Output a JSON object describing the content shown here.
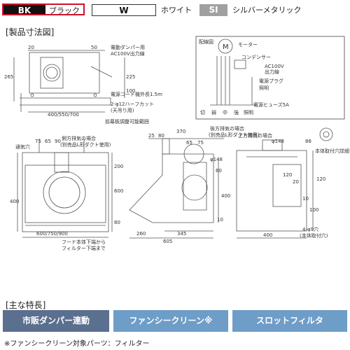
{
  "colors": [
    {
      "code": "BK",
      "name": "ブラック"
    },
    {
      "code": "W",
      "name": "ホワイト"
    },
    {
      "code": "SI",
      "name": "シルバーメタリック"
    }
  ],
  "dimension_title": "[製品寸法図]",
  "features_title": "[主な特長]",
  "features": [
    "市販ダンパー連動",
    "ファンシークリーン※",
    "スロットフィルタ"
  ],
  "note": "※ファンシークリーン対象パーツ：フィルター",
  "drawing": {
    "top": {
      "dims": [
        "20",
        "50",
        "265",
        "225",
        "100"
      ],
      "labels": [
        "電動ダンパー用",
        "AC100V出力線",
        "電源コード機外長1.5m",
        "2-φ12ハーフカット",
        "(天吊り用)",
        "400/550/700"
      ]
    },
    "wiring": {
      "title": "配線図",
      "motor": "M",
      "labels": [
        "モーター",
        "コンデンサー",
        "AC100V",
        "出力線",
        "電源プラグ",
        "照明",
        "電源ヒューズ5A"
      ],
      "switches": [
        "切",
        "弱",
        "中",
        "強",
        "照明"
      ]
    },
    "front": {
      "dims": [
        "75",
        "65",
        "90",
        "200",
        "600",
        "400",
        "80",
        "600/750/900"
      ],
      "labels": [
        "通気穴",
        "側方排気の場合",
        "(別売品L形ダクト使用)",
        "フード本体下端から",
        "フィルター下端まで"
      ]
    },
    "side": {
      "dims": [
        "25",
        "80",
        "370",
        "65",
        "75",
        "φ148",
        "60",
        "10",
        "260",
        "345",
        "605"
      ],
      "labels": [
        "前幕板調整可能範囲",
        "後方排気の場合",
        "(別売品L形ダクト使用)"
      ]
    },
    "right": {
      "dims": [
        "φ148",
        "86",
        "120",
        "20",
        "120",
        "400",
        "10",
        "100",
        "400"
      ],
      "labels": [
        "上方排気の場合",
        "本体取付穴詳細",
        "4-φ9穴",
        "(本体取付穴)"
      ]
    }
  }
}
